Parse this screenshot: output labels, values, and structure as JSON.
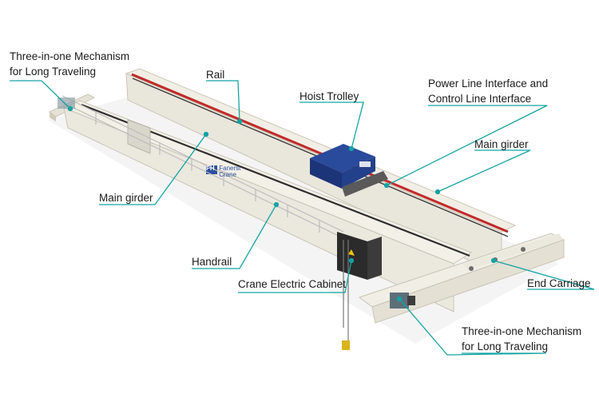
{
  "labels": {
    "mech_top": [
      "Three-in-one Mechanism",
      "for Long Traveling"
    ],
    "rail": "Rail",
    "hoist_trolley": "Hoist Trolley",
    "power_line": [
      "Power Line Interface and",
      "Control Line Interface"
    ],
    "main_girder_right": "Main girder",
    "main_girder_left": "Main girder",
    "handrail": "Handrail",
    "cabinet": "Crane Electric Cabinet",
    "end_carriage": "End Carriage",
    "mech_bottom": [
      "Three-in-one Mechanism",
      "for Long Traveling"
    ]
  },
  "brand": {
    "initials": "FH",
    "name_line1": "Fanerst",
    "name_line2": "Crane"
  },
  "colors": {
    "leader": "#15a3a3",
    "girder": "#efece2",
    "girder_shade": "#d9d5c8",
    "rail_red": "#c02a2a",
    "trolley_blue": "#1f3c86",
    "cabinet": "#2b2b2b"
  }
}
